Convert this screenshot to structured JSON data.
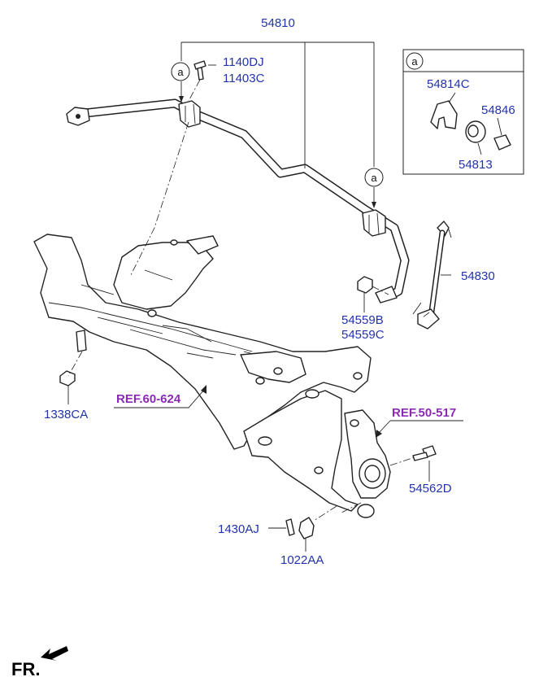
{
  "labels": {
    "stabilizer_bar": "54810",
    "bolt_a": "1140DJ",
    "bolt_b": "11403C",
    "bushing_bracket": "54814C",
    "bushing_clamp": "54846",
    "bushing": "54813",
    "link": "54830",
    "nut_a": "54559B",
    "nut_b": "54559C",
    "nut_subframe": "1338CA",
    "ref_subframe": "REF.60-624",
    "ref_knuckle": "REF.50-517",
    "bolt_lower_arm": "54562D",
    "cotter_pin": "1430AJ",
    "castle_nut": "1022AA"
  },
  "callout_letter": "a",
  "front_indicator": "FR.",
  "colors": {
    "part_number": "#2233aa",
    "reference": "#8a2bb5",
    "line": "#222222"
  }
}
